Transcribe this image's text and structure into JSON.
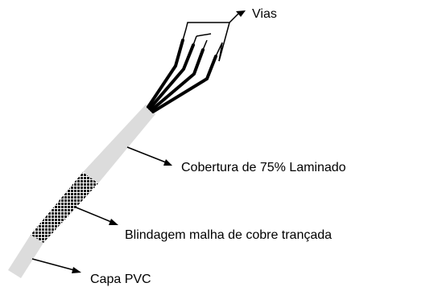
{
  "labels": {
    "vias": "Vias",
    "cobertura": "Cobertura de 75% Laminado",
    "blindagem": "Blindagem malha de cobre trançada",
    "capa": "Capa PVC"
  },
  "colors": {
    "jacket": "#dcdcdc",
    "shield": "#111111",
    "conductor": "#000000",
    "line": "#000000",
    "text": "#000000"
  }
}
